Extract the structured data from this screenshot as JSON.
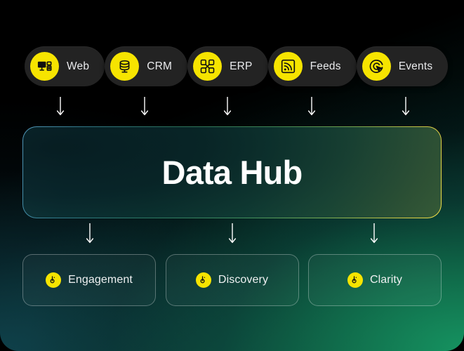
{
  "diagram": {
    "hub": {
      "title": "Data Hub"
    },
    "sources": [
      {
        "label": "Web",
        "icon": "monitor-devices-icon"
      },
      {
        "label": "CRM",
        "icon": "database-stack-icon"
      },
      {
        "label": "ERP",
        "icon": "network-nodes-icon"
      },
      {
        "label": "Feeds",
        "icon": "rss-feed-icon"
      },
      {
        "label": "Events",
        "icon": "target-cursor-icon"
      }
    ],
    "outcomes": [
      {
        "label": "Engagement",
        "icon": "brand-b-icon"
      },
      {
        "label": "Discovery",
        "icon": "brand-b-icon"
      },
      {
        "label": "Clarity",
        "icon": "brand-b-icon"
      }
    ],
    "flow_arrows": {
      "top_count": 5,
      "bottom_count": 3,
      "direction": "down",
      "color": "#ffffff"
    },
    "colors": {
      "accent_yellow": "#F6E400",
      "pill_background": "#232323",
      "text_primary": "#ffffff",
      "text_secondary": "#e9eaec",
      "background_from": "#000000",
      "background_to": "#0f6b4f",
      "hub_border_start": "#56a0c4",
      "hub_border_end": "#f4e248"
    }
  }
}
